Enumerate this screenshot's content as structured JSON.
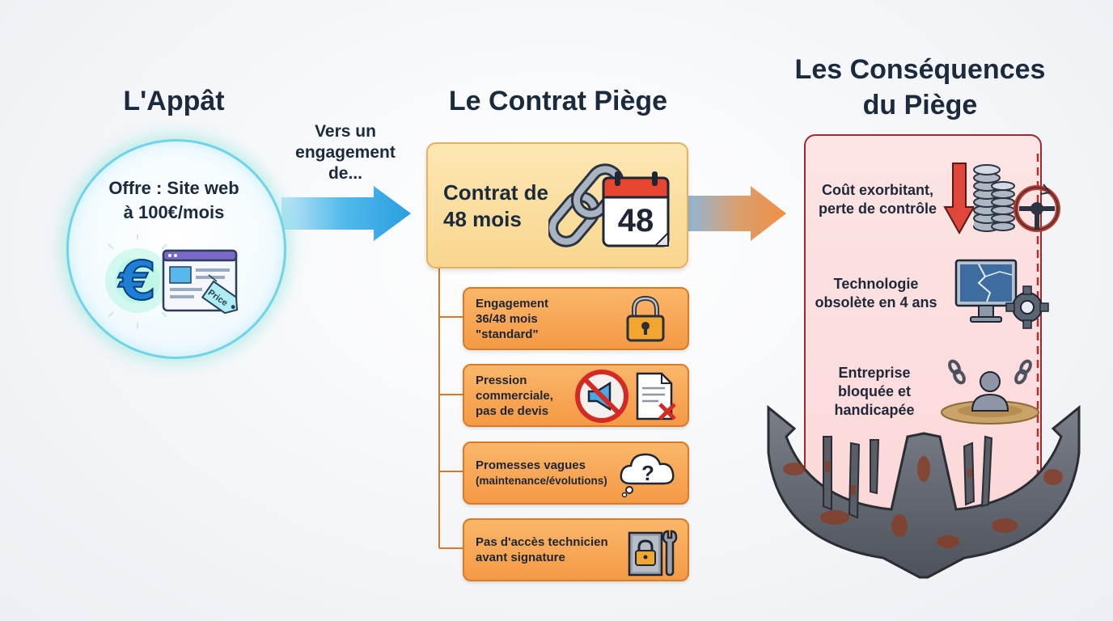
{
  "bait": {
    "title": "L'Appât",
    "offer_lines": [
      "Offre : Site web",
      "à 100€/mois"
    ],
    "price_tag": "Price"
  },
  "flow": {
    "label_lines": [
      "Vers un",
      "engagement",
      "de..."
    ]
  },
  "contract": {
    "title": "Le Contrat Piège",
    "box_lines": [
      "Contrat de",
      "48 mois"
    ],
    "calendar_number": "48",
    "risks": [
      {
        "lines": [
          "Engagement",
          "36/48 mois",
          "\"standard\""
        ],
        "icon": "padlock-icon"
      },
      {
        "lines": [
          "Pression",
          "commerciale,",
          "pas de devis"
        ],
        "icon": "no-megaphone-icon"
      },
      {
        "lines": [
          "Promesses vagues",
          "(maintenance/évolutions)"
        ],
        "icon": "question-cloud-icon"
      },
      {
        "lines": [
          "Pas d'accès technicien",
          "avant signature"
        ],
        "icon": "locked-wrench-icon"
      }
    ]
  },
  "consequences": {
    "title_lines": [
      "Les Conséquences",
      "du Piège"
    ],
    "items": [
      {
        "lines": [
          "Coût exorbitant,",
          "perte de contrôle"
        ],
        "icon": "coins-down-icon"
      },
      {
        "lines": [
          "Technologie",
          "obsolète en 4 ans"
        ],
        "icon": "broken-monitor-icon"
      },
      {
        "lines": [
          "Entreprise",
          "bloquée et",
          "handicapée"
        ],
        "icon": "sinking-person-icon"
      }
    ]
  },
  "colors": {
    "bait_glow": "#6fd3ea",
    "contract_box": "#f8d68e",
    "risk_box": "#f49a45",
    "consequence_panel": "#fbd8d8",
    "consequence_border": "#9e2a2a",
    "arrow_blue": "#2fa6e3",
    "arrow_orange": "#e8914a"
  }
}
